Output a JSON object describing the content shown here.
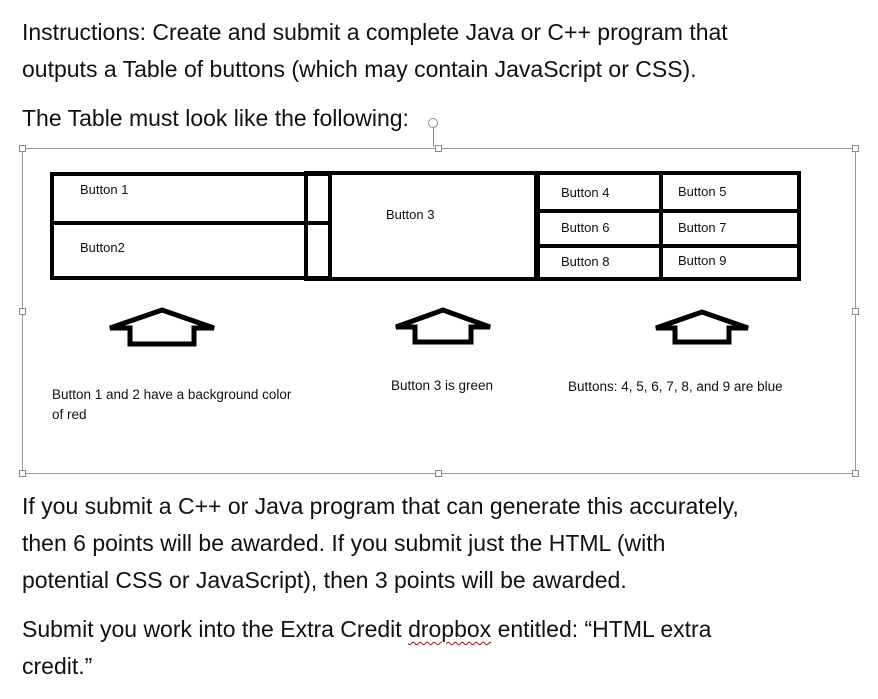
{
  "instructions": {
    "line1": "Instructions: Create and submit a complete Java or C++ program that",
    "line2": "outputs a Table of buttons (which may contain JavaScript or CSS).",
    "table_intro": "The Table must look like the following:"
  },
  "figure": {
    "buttons": {
      "b1": "Button 1",
      "b2": "Button2",
      "b3": "Button 3",
      "b4": "Button 4",
      "b5": "Button 5",
      "b6": "Button 6",
      "b7": "Button 7",
      "b8": "Button 8",
      "b9": "Button 9"
    },
    "captions": {
      "red_line1": "Button 1 and 2 have a background color",
      "red_line2": "of red",
      "green": "Button 3 is green",
      "blue": "Buttons: 4, 5, 6, 7, 8, and 9 are blue"
    }
  },
  "grading": {
    "line1": "If you submit a C++ or Java program that can generate this accurately,",
    "line2": "then 6 points will be awarded.  If you submit just the HTML (with",
    "line3": "potential CSS or JavaScript), then 3 points will be awarded."
  },
  "submission": {
    "before": "Submit you work into the Extra Credit ",
    "misspelled": "dropbox",
    "after": " entitled: “HTML extra",
    "line2": "credit.”"
  }
}
